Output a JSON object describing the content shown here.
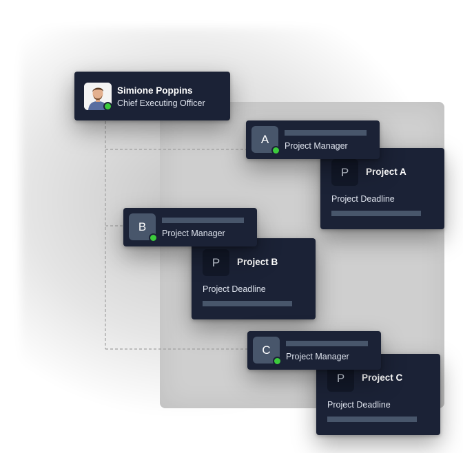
{
  "ceo": {
    "name": "Simione Poppins",
    "title": "Chief Executing Officer"
  },
  "managers": [
    {
      "initial": "A",
      "role": "Project Manager"
    },
    {
      "initial": "B",
      "role": "Project Manager"
    },
    {
      "initial": "C",
      "role": "Project Manager"
    }
  ],
  "projects": [
    {
      "icon_letter": "P",
      "name": "Project A",
      "deadline_label": "Project Deadline"
    },
    {
      "icon_letter": "P",
      "name": "Project B",
      "deadline_label": "Project Deadline"
    },
    {
      "icon_letter": "P",
      "name": "Project C",
      "deadline_label": "Project Deadline"
    }
  ],
  "colors": {
    "card": "#1b2236",
    "avatar": "#48566b",
    "status_online": "#3ccb3c",
    "panel": "#cfcfcf",
    "connector": "#a0a0a0"
  }
}
